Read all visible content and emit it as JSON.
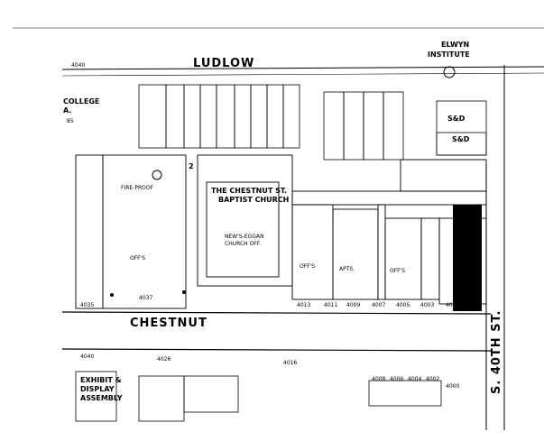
{
  "map": {
    "streets": {
      "top": "LUDLOW",
      "bottom": "CHESTNUT",
      "right": "S. 40TH ST."
    },
    "buildings": {
      "church_line1": "THE CHESTNUT ST.",
      "church_line2": "BAPTIST CHURCH",
      "church_note1": "NEW'S-EGGAN",
      "church_note2": "CHURCH OFF.",
      "institute_line1": "ELWYN",
      "institute_line2": "INSTITUTE",
      "college_line1": "COLLEGE",
      "college_line2": "A.",
      "exhibit_line1": "EXHIBIT &",
      "exhibit_line2": "DISPLAY",
      "exhibit_line3": "ASSEMBLY",
      "fire_line1": "FIRE-PROOF",
      "offs": "OFF'S",
      "sd": "S&D",
      "apts": "APTS."
    },
    "numbers": {
      "n4040_top": "4040",
      "n4013": "4013",
      "n4011": "4011",
      "n4009": "4009",
      "n4007": "4007",
      "n4005": "4005",
      "n4003": "4003",
      "n4001": "4001",
      "n4035": "4035",
      "n4037": "4037",
      "n4040_bottom": "4040",
      "n4026": "4026",
      "n4016": "4016",
      "n4008": "4008",
      "n4006": "4006",
      "n4004": "4004",
      "n4002": "4002",
      "n4000": "4000",
      "block_num": "2",
      "lot_num": "85"
    },
    "colors": {
      "ink": "#000000",
      "paper": "#ffffff",
      "edge": "#bdbdbd"
    }
  }
}
